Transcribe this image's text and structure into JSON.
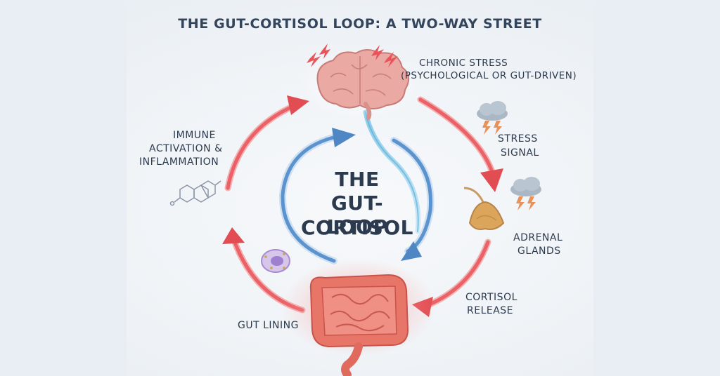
{
  "title": "THE GUT-CORTISOL LOOP: A TWO-WAY STREET",
  "center": {
    "line1": "THE",
    "line2": "GUT-CORTISOL",
    "line3": "LOOP"
  },
  "labels": {
    "chronic_stress_1": "CHRONIC STRESS",
    "chronic_stress_2": "(PSYCHOLOGICAL OR GUT-DRIVEN)",
    "stress_signal_1": "STRESS",
    "stress_signal_2": "SIGNAL",
    "adrenal_1": "ADRENAL",
    "adrenal_2": "GLANDS",
    "cortisol_1": "CORTISOL",
    "cortisol_2": "RELEASE",
    "gut_lining": "GUT LINING",
    "immune_1": "IMMUNE",
    "immune_2": "ACTIVATION &",
    "immune_3": "INFLAMMATION"
  },
  "colors": {
    "outer_arrow": "#e8545a",
    "inner_arrow": "#5b93cf",
    "nerve": "#7fc3e6",
    "brain": "#e9a7a2",
    "gut": "#e06a5e",
    "adrenal": "#d9a25a",
    "cell": "#b9a3d8"
  },
  "icons": [
    "brain-icon",
    "lightning-icon",
    "storm-cloud-icon",
    "adrenal-gland-icon",
    "intestine-icon",
    "immune-cell-icon",
    "molecule-icon"
  ]
}
